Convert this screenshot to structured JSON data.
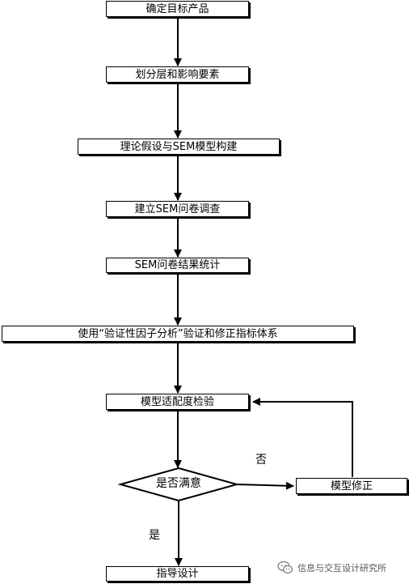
{
  "flowchart": {
    "steps": [
      "确定目标产品",
      "划分层和影响要素",
      "理论假设与SEM模型构建",
      "建立SEM问卷调查",
      "SEM问卷结果统计",
      "使用“验证性因子分析”验证和修正指标体系",
      "模型适配度检验"
    ],
    "decision": "是否满意",
    "no_label": "否",
    "yes_label": "是",
    "revise_step": "模型修正",
    "final_step": "指导设计"
  },
  "watermark": {
    "text": "信息与交互设计研究所",
    "icon": "wechat-icon"
  }
}
